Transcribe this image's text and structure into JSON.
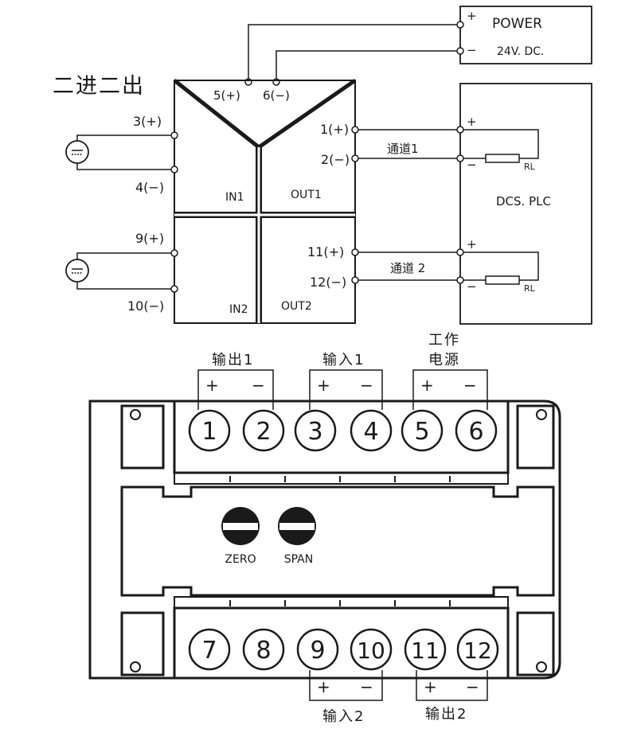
{
  "title": "二进二出",
  "power": {
    "plus": "+",
    "minus": "−",
    "label": "POWER",
    "voltage": "24V. DC."
  },
  "terminals": {
    "t5": "5(+)",
    "t6": "6(−)",
    "t3": "3(+)",
    "t4": "4(−)",
    "t9": "9(+)",
    "t10": "10(−)",
    "t1": "1(+)",
    "t2": "2(−)",
    "t11": "11(+)",
    "t12": "12(−)"
  },
  "sections": {
    "in1": "IN1",
    "out1": "OUT1",
    "in2": "IN2",
    "out2": "OUT2"
  },
  "channels": {
    "ch1": "通道1",
    "ch2": "通道 2"
  },
  "dcs": {
    "label": "DCS. PLC",
    "plus": "+",
    "minus": "−",
    "rl": "RL"
  },
  "module": {
    "top_groups": [
      {
        "label": "输出1",
        "plus": "+",
        "minus": "−"
      },
      {
        "label": "输入1",
        "plus": "+",
        "minus": "−"
      },
      {
        "label_line1": "工作",
        "label_line2": "电源",
        "plus": "+",
        "minus": "−"
      }
    ],
    "bottom_groups": [
      {
        "label": "输入2",
        "plus": "+",
        "minus": "−"
      },
      {
        "label": "输出2",
        "plus": "+",
        "minus": "−"
      }
    ],
    "top_terminals": [
      "1",
      "2",
      "3",
      "4",
      "5",
      "6"
    ],
    "bottom_terminals": [
      "7",
      "8",
      "9",
      "10",
      "11",
      "12"
    ],
    "zero_label": "ZERO",
    "span_label": "SPAN"
  }
}
